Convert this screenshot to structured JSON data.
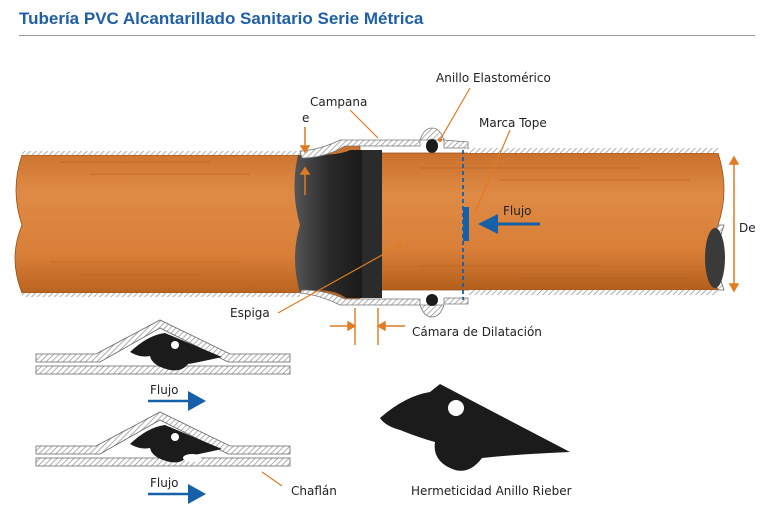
{
  "title": "Tubería PVC Alcantarillado Sanitario Serie Métrica",
  "colors": {
    "title": "#1f5fa8",
    "pipe_orange": "#d9803c",
    "pipe_dark_orange": "#b9651f",
    "leader": "#e07b22",
    "flow_arrow": "#1560a8",
    "gasket": "#1b1b1b",
    "wall_hatch": "#8c8c8c"
  },
  "labels": {
    "anillo": "Anillo Elastomérico",
    "campana": "Campana",
    "marca_tope": "Marca Tope",
    "e": "e",
    "flujo_main": "Flujo",
    "de": "De",
    "espiga": "Espiga",
    "camara": "Cámara de Dilatación",
    "flujo_1": "Flujo",
    "flujo_2": "Flujo",
    "chaflan": "Chaflán",
    "hermeticidad": "Hermeticidad Anillo Rieber"
  }
}
